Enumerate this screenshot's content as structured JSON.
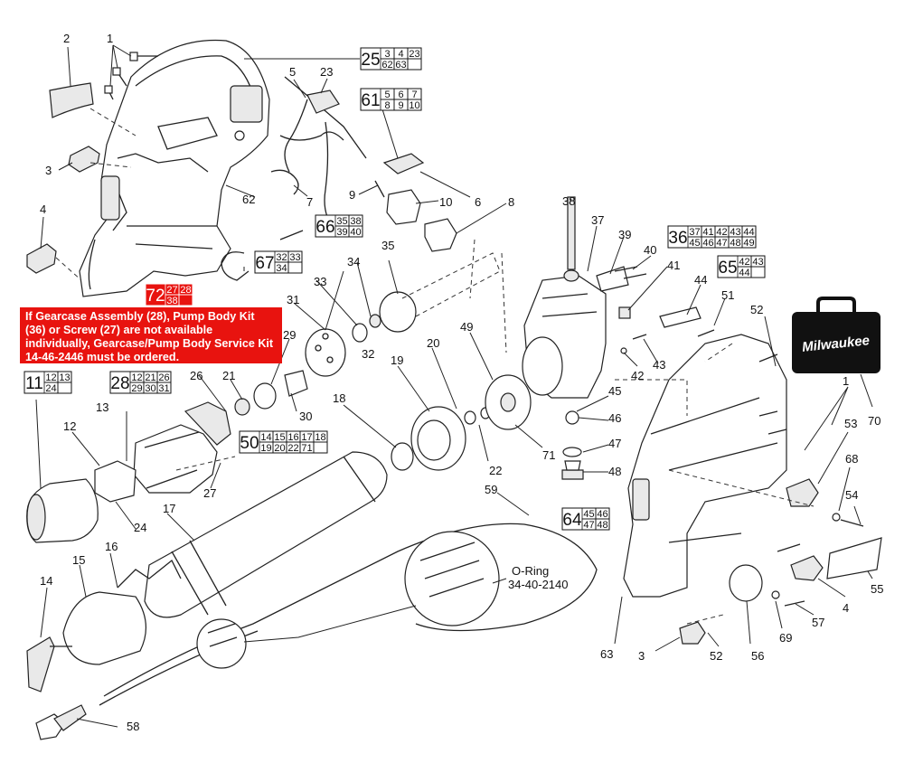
{
  "notice": "If Gearcase Assembly (28), Pump Body Kit (36) or Screw (27) are not available individually, Gearcase/Pump Body Service Kit 14-46-2446 must be ordered.",
  "brand": "Milwaukee",
  "oring": {
    "line1": "O-Ring",
    "line2": "34-40-2140"
  },
  "kits": [
    {
      "id": "25",
      "rows": [
        [
          "3",
          "4",
          "23"
        ],
        [
          "62",
          "63",
          ""
        ]
      ]
    },
    {
      "id": "61",
      "rows": [
        [
          "5",
          "6",
          "7"
        ],
        [
          "8",
          "9",
          "10"
        ]
      ]
    },
    {
      "id": "66",
      "rows": [
        [
          "35",
          "38"
        ],
        [
          "39",
          "40"
        ]
      ]
    },
    {
      "id": "67",
      "rows": [
        [
          "32",
          "33"
        ],
        [
          "34",
          ""
        ]
      ]
    },
    {
      "id": "36",
      "rows": [
        [
          "37",
          "41",
          "42",
          "43",
          "44"
        ],
        [
          "45",
          "46",
          "47",
          "48",
          "49"
        ]
      ]
    },
    {
      "id": "65",
      "rows": [
        [
          "42",
          "43"
        ],
        [
          "44",
          ""
        ]
      ]
    },
    {
      "id": "72",
      "rows": [
        [
          "27",
          "28"
        ],
        [
          "38",
          ""
        ]
      ]
    },
    {
      "id": "11",
      "rows": [
        [
          "12",
          "13"
        ],
        [
          "24",
          ""
        ]
      ]
    },
    {
      "id": "28",
      "rows": [
        [
          "12",
          "21",
          "26"
        ],
        [
          "29",
          "30",
          "31"
        ]
      ]
    },
    {
      "id": "50",
      "rows": [
        [
          "14",
          "15",
          "16",
          "17",
          "18"
        ],
        [
          "19",
          "20",
          "22",
          "71",
          ""
        ]
      ]
    },
    {
      "id": "64",
      "rows": [
        [
          "45",
          "46"
        ],
        [
          "47",
          "48"
        ]
      ]
    }
  ],
  "callouts": [
    "1",
    "2",
    "3",
    "4",
    "5",
    "6",
    "7",
    "8",
    "9",
    "10",
    "12",
    "13",
    "14",
    "15",
    "16",
    "17",
    "18",
    "19",
    "20",
    "21",
    "22",
    "23",
    "24",
    "26",
    "27",
    "29",
    "30",
    "31",
    "32",
    "33",
    "34",
    "35",
    "37",
    "38",
    "39",
    "40",
    "41",
    "42",
    "43",
    "44",
    "45",
    "46",
    "47",
    "48",
    "49",
    "51",
    "52",
    "53",
    "54",
    "55",
    "56",
    "57",
    "58",
    "59",
    "62",
    "63",
    "68",
    "69",
    "70",
    "71"
  ],
  "accent": "#e8130f"
}
